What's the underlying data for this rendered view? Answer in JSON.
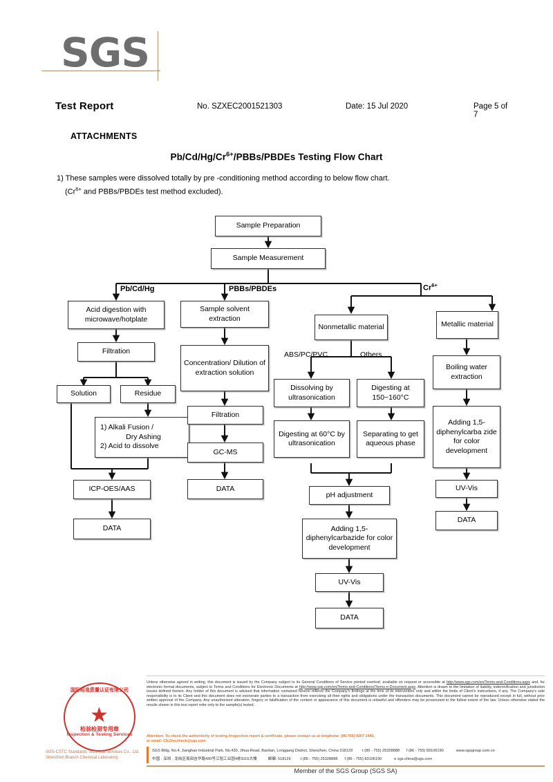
{
  "header": {
    "logo": "SGS",
    "test_report_label": "Test Report",
    "report_no": "No. SZXEC2001521303",
    "date": "Date: 15 Jul 2020",
    "page": "Page 5 of 7",
    "attachments_label": "ATTACHMENTS"
  },
  "chart_title_parts": {
    "pre": "Pb/Cd/Hg/Cr",
    "sup": "6+",
    "post": "/PBBs/PBDEs Testing Flow Chart"
  },
  "intro": {
    "line1": "1) These samples were dissolved totally by pre -conditioning method according to below flow chart.",
    "line2_pre": "(Cr",
    "line2_sup": "6+",
    "line2_post": " and PBBs/PBDEs  test method excluded)."
  },
  "flow": {
    "nodes": {
      "sample_preparation": "Sample Preparation",
      "sample_measurement": "Sample Measurement",
      "acid_digestion": "Acid digestion with microwave/hotplate",
      "filtration_left": "Filtration",
      "solution": "Solution",
      "residue": "Residue",
      "alkali_fusion_l1": "1) Alkali Fusion /",
      "alkali_fusion_l2": "Dry Ashing",
      "alkali_fusion_l3": "2) Acid to dissolve",
      "icp_oes_aas": "ICP-OES/AAS",
      "data_left": "DATA",
      "sample_solvent_extraction": "Sample solvent extraction",
      "concentration_dilution": "Concentration/ Dilution of extraction solution",
      "filtration_mid": "Filtration",
      "gc_ms": "GC-MS",
      "data_mid": "DATA",
      "nonmetallic_material": "Nonmetallic material",
      "metallic_material": "Metallic material",
      "dissolving_ultrasonication": "Dissolving by ultrasonication",
      "digesting_150_160": "Digesting at 150~160°C",
      "digesting_60_ultrasonication": "Digesting at 60°C by ultrasonication",
      "separating_aqueous": "Separating to get aqueous phase",
      "ph_adjustment": "pH adjustment",
      "adding_dpc_center": "Adding 1,5-diphenylcarbazide for color development",
      "uv_vis_center": "UV-Vis",
      "data_center": "DATA",
      "boiling_water_extraction": "Boiling water extraction",
      "adding_dpc_right": "Adding 1,5-diphenylcarba zide for color development",
      "uv_vis_right": "UV-Vis",
      "data_right": "DATA"
    },
    "edge_labels": {
      "pb_cd_hg": "Pb/Cd/Hg",
      "pbbs_pbdes": "PBBs/PBDEs",
      "cr6_pre": "Cr",
      "cr6_sup": "6+",
      "abs_pc_pvc": "ABS/PC/PVC",
      "others": "Others"
    }
  },
  "footer": {
    "legal_1": "Unless otherwise agreed in writing, this document is issued by the Company subject to its General Conditions of Service printed overleaf, available on request or accessible at ",
    "legal_link_1": "http://www.sgs.com/en/Terms-and-Conditions.aspx",
    "legal_2": " and, for electronic format documents, subject to Terms and Conditions for Electronic Documents at ",
    "legal_link_2": "http://www.sgs.com/en/Terms-and-Conditions/Terms-e-Document.aspx",
    "legal_3": ". Attention is drawn to the limitation of liability, indemnification and jurisdiction issues defined therein. Any holder of this document is advised that information contained hereon reflects the Company's findings at the time of its intervention only and within the limits of Client's instructions, if any. The Company's sole responsibility is to its Client and this document does not exonerate parties to a transaction from exercising all their rights and obligations under the transaction documents. This document cannot be reproduced except in full, without prior written approval of the Company. Any unauthorized alteration, forgery or falsification of the content or appearance of this document is unlawful and offenders may be prosecuted to the fullest extent of the law. Unless otherwise stated the results shown in this test report refer only to the sample(s) tested .",
    "attention_1": "Attention: To check the authenticity of testing /inspection report & certificate, please contact us at telephone: (86-755) 8307 1443,",
    "attention_2": "or email: CN.Doccheck@sgs.com",
    "address_en": "SGS Bldg, No.4, Jianghao Industrial Park, No.430, Jihua Road, Bantian, Longgang District, Shenzhen, China 518129",
    "address_en_tel": "t (86 - 755) 25328888",
    "address_en_fax": "f (86 - 755) 83106190",
    "address_en_web": "www.sgsgroup.com.cn",
    "address_cn": "中国 · 深圳 · 龙岗区坂田吉华路430号江稻工业园4栋SGS大楼",
    "address_cn_zip": "邮编: 518129",
    "address_cn_tel": "t (86 - 755) 25328888",
    "address_cn_fax": "f (86 - 755) 83106190",
    "address_cn_mail": "e sgs.china@sgs.com",
    "member": "Member of the SGS Group (SGS SA)"
  },
  "seal": {
    "arc_top": "国际标准质量认证有限公司",
    "cn": "检验检测专用章",
    "en": "Inspection & Testing Services",
    "foot": "SGS-CSTC Standards Technical Services Co., Ltd.",
    "foot2": "Shenzhen Branch Chemical Laboratory"
  },
  "colors": {
    "logo_gray": "#6e6e6e",
    "rule_tan": "#a9906a",
    "attention_orange": "#e8772e",
    "seal_red": "#d4302a"
  }
}
